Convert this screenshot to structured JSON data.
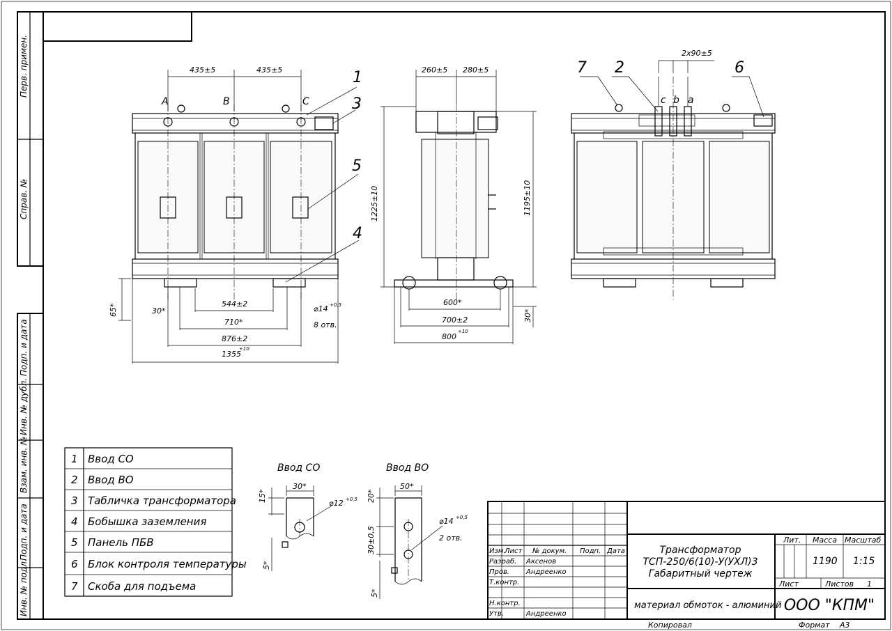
{
  "side_stamps": [
    "Перв. примен.",
    "Справ. №",
    "Подп. и дата",
    "Инв. № дубл.",
    "Взам. инв. №",
    "Подп. и дата",
    "Инв. № подл."
  ],
  "front_view": {
    "phase_labels": [
      "A",
      "B",
      "C"
    ],
    "top_dims": [
      "435±5",
      "435±5"
    ],
    "callouts": [
      "1",
      "3",
      "5",
      "4"
    ],
    "height_dim": "1225±10",
    "dim_65": "65*",
    "dim_30": "30*",
    "dim_544": "544±2",
    "dim_710": "710*",
    "dim_876": "876±2",
    "dim_1355": "1355",
    "dim_1355_tol": "+10",
    "hole": "⌀14",
    "hole_tol": "+0,5",
    "holes_count": "8 отв."
  },
  "side_view": {
    "top_dims": [
      "260±5",
      "280±5"
    ],
    "height_dim": "1195±10",
    "dim_600": "600*",
    "dim_700": "700±2",
    "dim_800": "800",
    "dim_800_tol": "+10",
    "dim_30": "30*"
  },
  "rear_view": {
    "callouts": [
      "7",
      "2",
      "6"
    ],
    "terminal_labels": [
      "c",
      "b",
      "a"
    ],
    "dim_2x90": "2x90±5"
  },
  "legend": [
    {
      "num": "1",
      "text": "Ввод СО"
    },
    {
      "num": "2",
      "text": "Ввод ВО"
    },
    {
      "num": "3",
      "text": "Табличка трансформатора"
    },
    {
      "num": "4",
      "text": "Бобышка заземления"
    },
    {
      "num": "5",
      "text": "Панель ПБВ"
    },
    {
      "num": "6",
      "text": "Блок контроля температуры"
    },
    {
      "num": "7",
      "text": "Скоба для подъема"
    }
  ],
  "detail_co": {
    "title": "Ввод СО",
    "dim_width": "30*",
    "dim_top": "15*",
    "dim_bottom": "5*",
    "hole": "⌀12",
    "hole_tol": "+0,5"
  },
  "detail_vo": {
    "title": "Ввод ВО",
    "dim_width": "50*",
    "dim_top": "20*",
    "dim_pitch": "30±0,5",
    "dim_bottom": "5*",
    "hole": "⌀14",
    "hole_tol": "+0,5",
    "holes_count": "2 отв."
  },
  "title_block": {
    "row_headers": [
      "Изм.",
      "Лист",
      "№ докум.",
      "Подп.",
      "Дата"
    ],
    "roles": [
      {
        "role": "Разраб.",
        "name": "Аксенов"
      },
      {
        "role": "Пров.",
        "name": "Андреенко"
      },
      {
        "role": "Т.контр.",
        "name": ""
      },
      {
        "role": "Н.контр.",
        "name": ""
      },
      {
        "role": "Утв.",
        "name": "Андреенко"
      }
    ],
    "title_line1": "Трансформатор",
    "title_line2": "ТСП-250/6(10)-У(УХЛ)3",
    "title_line3": "Габаритный чертеж",
    "lit_label": "Лит.",
    "mass_label": "Масса",
    "scale_label": "Масштаб",
    "mass_value": "1190",
    "scale_value": "1:15",
    "sheet_label": "Лист",
    "sheets_label": "Листов",
    "sheets_value": "1",
    "material_note": "материал обмоток - алюминий",
    "company": "ООО \"КПМ\"",
    "copied_label": "Копировал",
    "format_label": "Формат",
    "format_value": "А3"
  }
}
